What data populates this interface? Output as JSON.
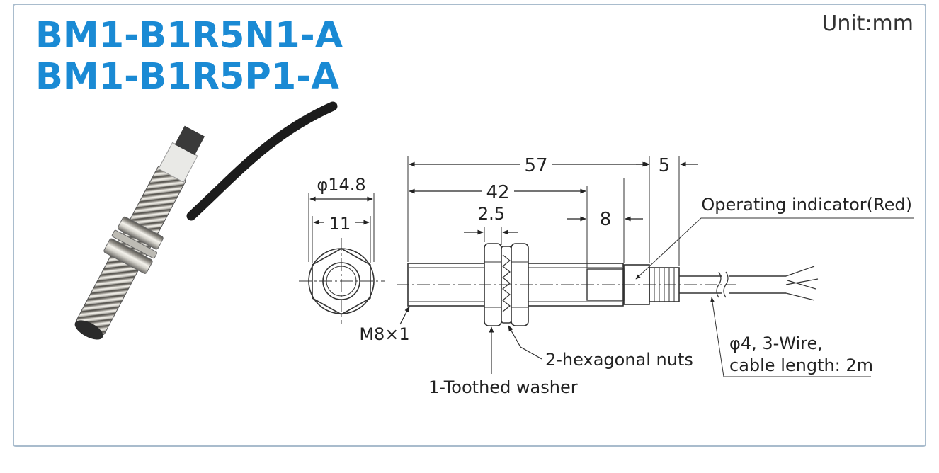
{
  "title_lines": [
    "BM1-B1R5N1-A",
    "BM1-B1R5P1-A"
  ],
  "unit": "Unit:mm",
  "dimensions": {
    "outer_diameter": "φ14.8",
    "hex_width": "11",
    "total_length": "57",
    "thread_length": "42",
    "tail_length": "5",
    "nut_thickness": "2.5",
    "head_length": "8",
    "thread_spec": "M8×1"
  },
  "callouts": {
    "indicator": "Operating indicator(Red)",
    "cable_line1": "φ4, 3-Wire,",
    "cable_line2": "cable length: 2m",
    "nuts": "2-hexagonal nuts",
    "washer": "1-Toothed washer"
  },
  "colors": {
    "title": "#1a8ad4",
    "frame": "#a9bccd",
    "line": "#333333"
  }
}
